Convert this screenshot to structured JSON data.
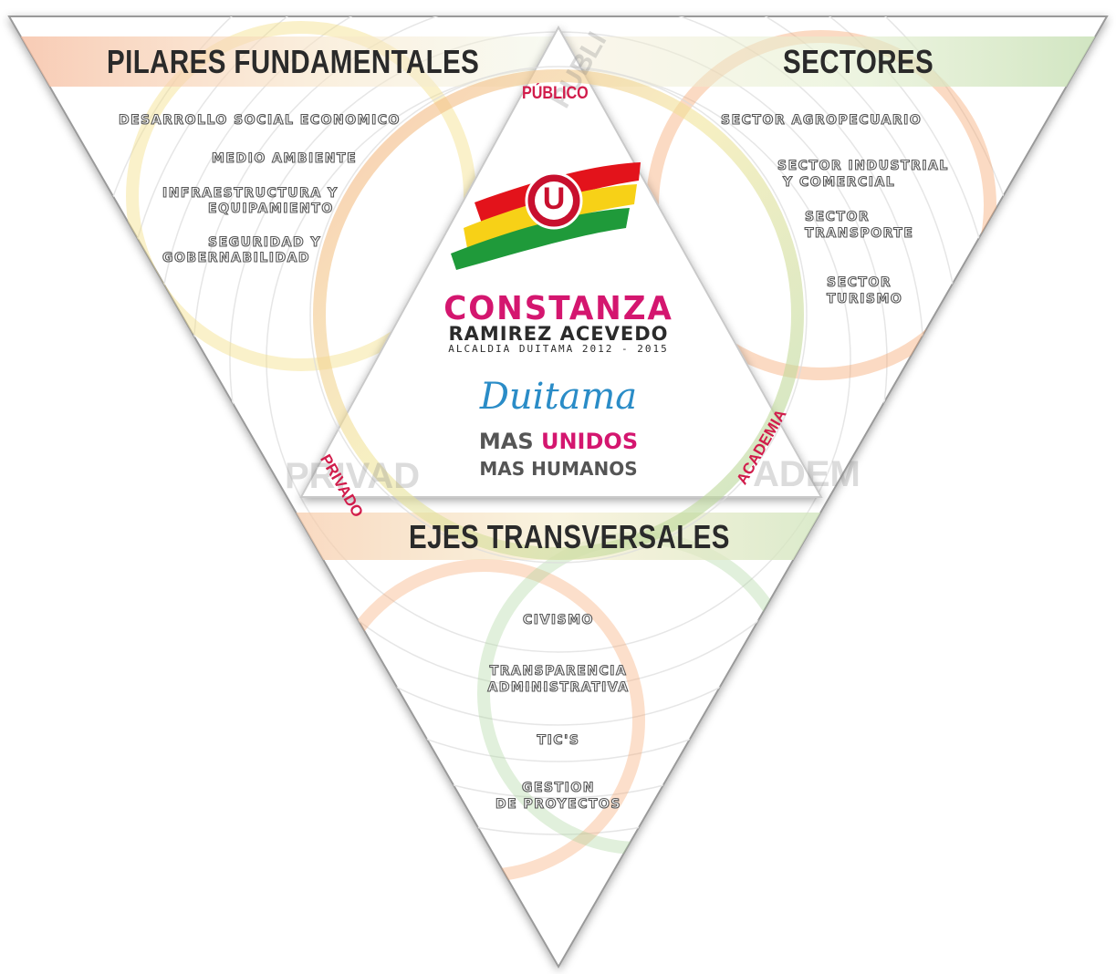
{
  "pillars": {
    "title": "PILARES FUNDAMENTALES",
    "items": [
      "DESARROLLO SOCIAL ECONOMICO",
      "MEDIO AMBIENTE",
      "INFRAESTRUCTURA Y",
      "EQUIPAMIENTO",
      "SEGURIDAD Y",
      "GOBERNABILIDAD"
    ]
  },
  "sectors": {
    "title": "SECTORES",
    "items": [
      "SECTOR AGROPECUARIO",
      "SECTOR INDUSTRIAL",
      "Y COMERCIAL",
      "SECTOR",
      "TRANSPORTE",
      "SECTOR",
      "TURISMO"
    ]
  },
  "axes": {
    "title": "EJES TRANSVERSALES",
    "items": [
      "CIVISMO",
      "TRANSPARENCIA",
      "ADMINISTRATIVA",
      "TIC'S",
      "GESTION",
      "DE PROYECTOS"
    ]
  },
  "vertices": {
    "top": "PÚBLICO",
    "left": "PRIVADO",
    "right": "ACADEMIA"
  },
  "ghost_words": {
    "top": "PUBLI",
    "left": "PRIVAD",
    "right": "ADEM"
  },
  "logo": {
    "badge_letter": "U",
    "flag_colors": [
      "#e3131b",
      "#f7d117",
      "#1f9a3a"
    ]
  },
  "candidate": {
    "first_name": "CONSTANZA",
    "last_names": "RAMIREZ ACEVEDO",
    "office": "ALCALDIA DUITAMA 2012 - 2015"
  },
  "slogan": {
    "city": "Duitama",
    "line1_a": "MAS",
    "line1_b": "UNIDOS",
    "line2": "MAS HUMANOS"
  },
  "colors": {
    "magenta": "#d4166f",
    "cyan": "#2a8cc7",
    "dark": "#2b2b2b",
    "red_label": "#d11c4b",
    "orange": "#f5a26a",
    "green": "#a9d39b",
    "yellow": "#f3e08a"
  }
}
